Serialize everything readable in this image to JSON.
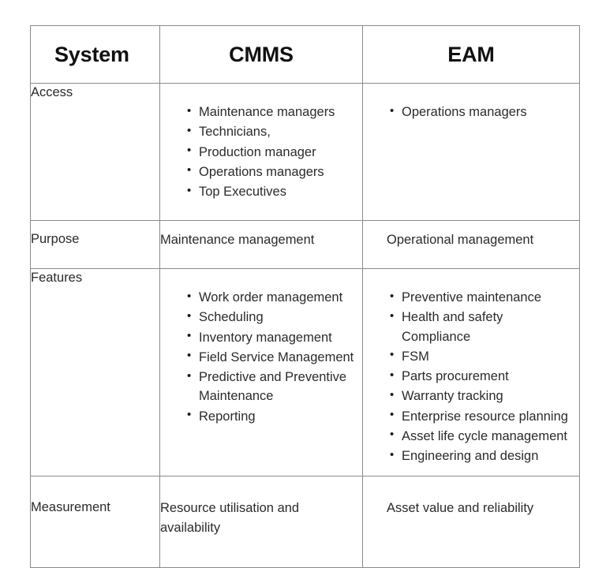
{
  "table": {
    "columns": [
      "System",
      "CMMS",
      "EAM"
    ],
    "rows": [
      {
        "label": "Access",
        "cmms": {
          "type": "list",
          "items": [
            "Maintenance managers",
            "Technicians,",
            "Production manager",
            "Operations managers",
            "Top Executives"
          ]
        },
        "eam": {
          "type": "list",
          "items": [
            "Operations managers"
          ]
        }
      },
      {
        "label": "Purpose",
        "cmms": {
          "type": "text",
          "text": "Maintenance management"
        },
        "eam": {
          "type": "text",
          "text": "Operational management"
        }
      },
      {
        "label": "Features",
        "cmms": {
          "type": "list",
          "items": [
            "Work order management",
            "Scheduling",
            "Inventory management",
            "Field Service Management",
            "Predictive and Preventive Maintenance",
            "Reporting"
          ]
        },
        "eam": {
          "type": "list",
          "items": [
            "Preventive maintenance",
            "Health and safety Compliance",
            "FSM",
            "Parts procurement",
            "Warranty tracking",
            "Enterprise resource planning",
            "Asset life cycle management",
            "Engineering and design"
          ]
        }
      },
      {
        "label": "Measurement",
        "cmms": {
          "type": "text",
          "text": "Resource utilisation and availability"
        },
        "eam": {
          "type": "text",
          "text": "Asset value and reliability"
        }
      }
    ]
  },
  "style": {
    "background": "#ffffff",
    "border_color": "#8b8b8b",
    "text_color": "#2b2b2b",
    "header_color": "#111111"
  }
}
